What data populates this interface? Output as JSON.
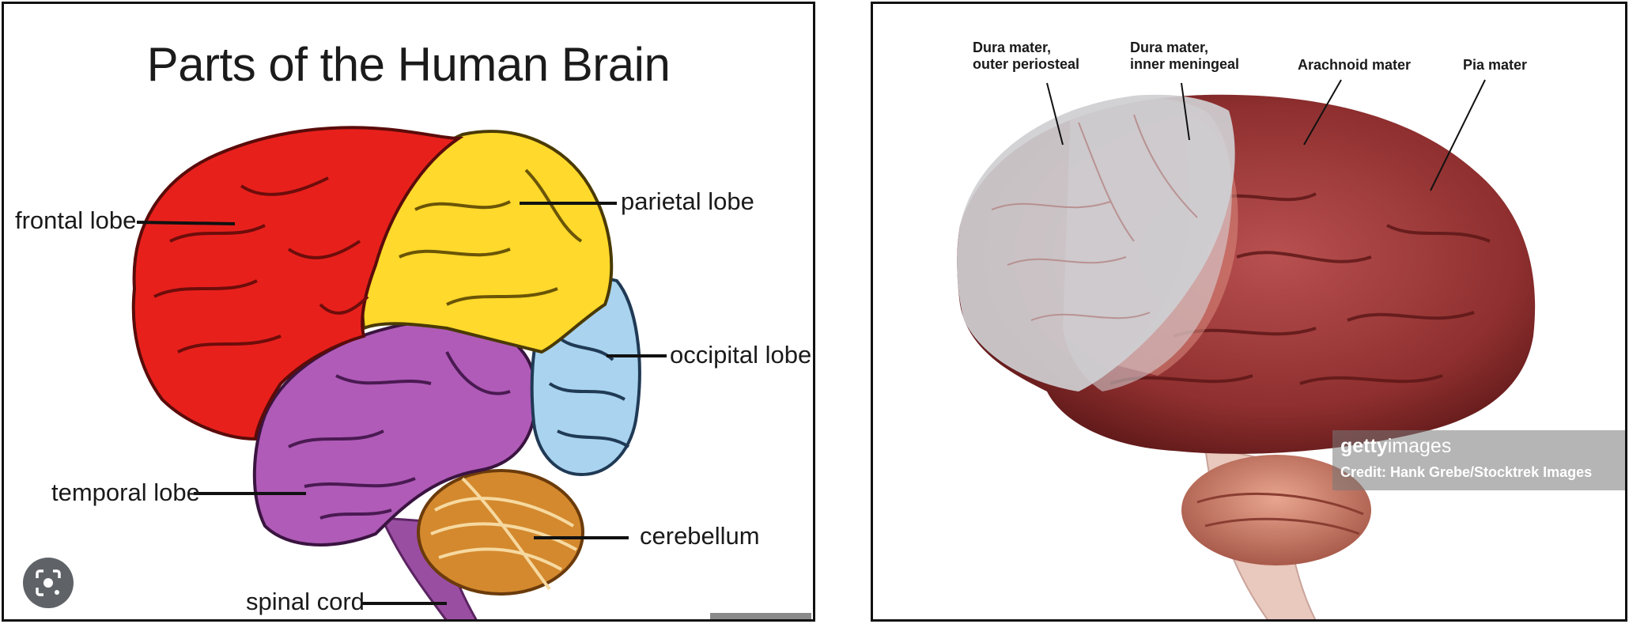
{
  "left": {
    "title": "Parts of the Human Brain",
    "labels": {
      "frontal": "frontal lobe",
      "parietal": "parietal lobe",
      "occipital": "occipital lobe",
      "temporal": "temporal lobe",
      "cerebellum": "cerebellum",
      "spinal": "spinal cord"
    },
    "colors": {
      "frontal": "#e8201c",
      "parietal": "#ffd92b",
      "occipital": "#a9d3ee",
      "temporal": "#b05bb8",
      "cerebellum": "#d4892e",
      "spinal": "#9a4ea2"
    },
    "lens_icon": "lens-search-icon"
  },
  "right": {
    "labels": {
      "dura_outer": "Dura mater,\nouter periosteal",
      "dura_inner": "Dura mater,\ninner meningeal",
      "arachnoid": "Arachnoid mater",
      "pia": "Pia mater"
    },
    "watermark": {
      "brand_bold": "getty",
      "brand_rest": "images",
      "credit": "Credit: Hank Grebe/Stocktrek Images"
    },
    "colors": {
      "brain": "#8f2f2f",
      "dura": "#cfcfd2"
    }
  }
}
